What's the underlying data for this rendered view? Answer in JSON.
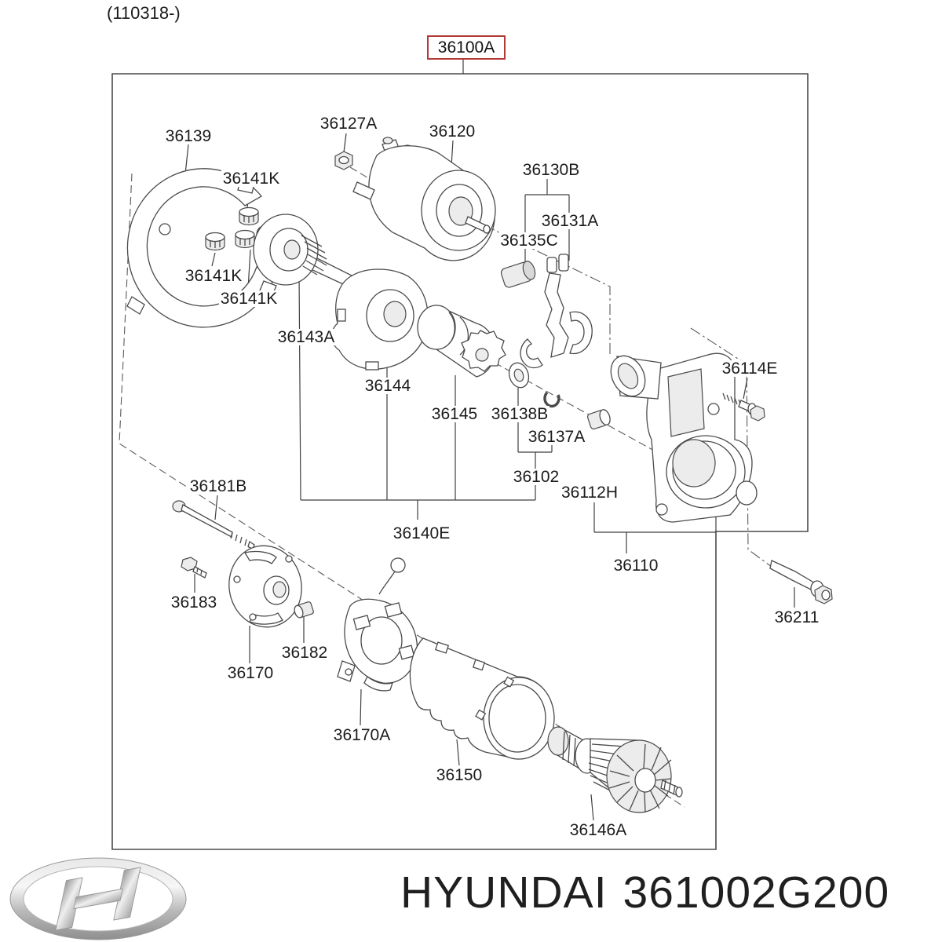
{
  "header": {
    "production_date_code": "(110318-)"
  },
  "assembly": {
    "code": "36100A"
  },
  "footer": {
    "brand": "HYUNDAI",
    "part_number": "361002G200",
    "logo": "hyundai-logo"
  },
  "colors": {
    "highlight_box": "#b23a36",
    "line_art": "#4a4a4a",
    "label_text": "#1b1b1b"
  },
  "diagram": {
    "type": "exploded-parts-diagram",
    "subject": "starter motor",
    "labels": [
      {
        "code": "36139"
      },
      {
        "code": "36127A"
      },
      {
        "code": "36120"
      },
      {
        "code": "36141K"
      },
      {
        "code": "36130B"
      },
      {
        "code": "36131A"
      },
      {
        "code": "36135C"
      },
      {
        "code": "36141K"
      },
      {
        "code": "36141K"
      },
      {
        "code": "36143A"
      },
      {
        "code": "36144"
      },
      {
        "code": "36145"
      },
      {
        "code": "36138B"
      },
      {
        "code": "36137A"
      },
      {
        "code": "36102"
      },
      {
        "code": "36112H"
      },
      {
        "code": "36114E"
      },
      {
        "code": "36110"
      },
      {
        "code": "36181B"
      },
      {
        "code": "36183"
      },
      {
        "code": "36182"
      },
      {
        "code": "36170"
      },
      {
        "code": "36170A"
      },
      {
        "code": "36140E"
      },
      {
        "code": "36150"
      },
      {
        "code": "36146A"
      },
      {
        "code": "36211"
      }
    ]
  }
}
